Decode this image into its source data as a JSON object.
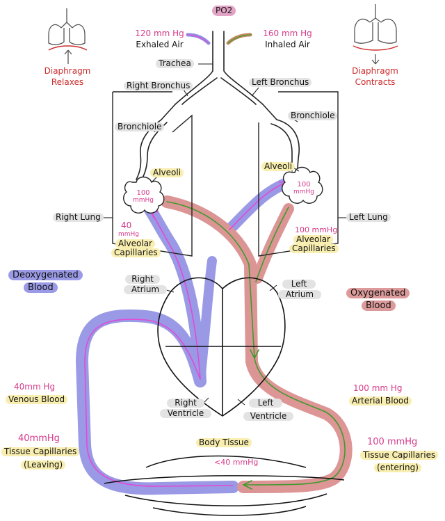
{
  "title": "PO2",
  "exhaled": {
    "pressure": "120 mm Hg",
    "label": "Exhaled Air"
  },
  "inhaled": {
    "pressure": "160 mm Hg",
    "label": "Inhaled Air"
  },
  "diaphragm_relaxes": {
    "line1": "Diaphragm",
    "line2": "Relaxes"
  },
  "diaphragm_contracts": {
    "line1": "Diaphragm",
    "line2": "Contracts"
  },
  "trachea": "Trachea",
  "right_bronchus": "Right Bronchus",
  "left_bronchus": "Left Bronchus",
  "bronchiole_right": "Bronchiole",
  "bronchiole_left": "Bronchiole",
  "alveoli_right": "Alveoli",
  "alveoli_left": "Alveoli",
  "alveoli_pressure_right": {
    "value": "100",
    "unit": "mmHg"
  },
  "alveoli_pressure_left": {
    "value": "100",
    "unit": "mmHg"
  },
  "right_lung": "Right Lung",
  "left_lung": "Left Lung",
  "alveolar_cap_right": {
    "value": "40",
    "unit": "mmHg",
    "line1": "Alveolar",
    "line2": "Capillaries"
  },
  "alveolar_cap_left": {
    "value": "100 mmHg",
    "line1": "Alveolar",
    "line2": "Capillaries"
  },
  "deoxygenated": {
    "line1": "Deoxygenated",
    "line2": "Blood"
  },
  "oxygenated": {
    "line1": "Oxygenated",
    "line2": "Blood"
  },
  "right_atrium": {
    "line1": "Right",
    "line2": "Atrium"
  },
  "left_atrium": {
    "line1": "Left",
    "line2": "Atrium"
  },
  "right_ventricle": {
    "line1": "Right",
    "line2": "Ventricle"
  },
  "left_ventricle": {
    "line1": "Left",
    "line2": "Ventricle"
  },
  "venous": {
    "pressure": "40mm Hg",
    "label": "Venous Blood"
  },
  "arterial": {
    "pressure": "100 mm Hg",
    "label": "Arterial Blood"
  },
  "tissue_cap_leaving": {
    "pressure": "40mmHg",
    "line1": "Tissue Capillaries",
    "line2": "(Leaving)"
  },
  "tissue_cap_entering": {
    "pressure": "100 mmHg",
    "line1": "Tissue Capillaries",
    "line2": "(entering)"
  },
  "body_tissue": {
    "label": "Body Tissue",
    "pressure": "<40 mmHg"
  },
  "colors": {
    "deoxygenated_band": "#8f8fe3",
    "oxygenated_band": "#d98a8a",
    "pink_flow": "#e14bd6",
    "green_flow": "#3f9a2e",
    "pressure_text": "#d63a8a",
    "diaphragm_text": "#cc2a2a"
  },
  "icons": [
    "lungs-relaxed-icon",
    "lungs-contracted-icon",
    "heart-icon",
    "alveoli-cluster-icon"
  ]
}
